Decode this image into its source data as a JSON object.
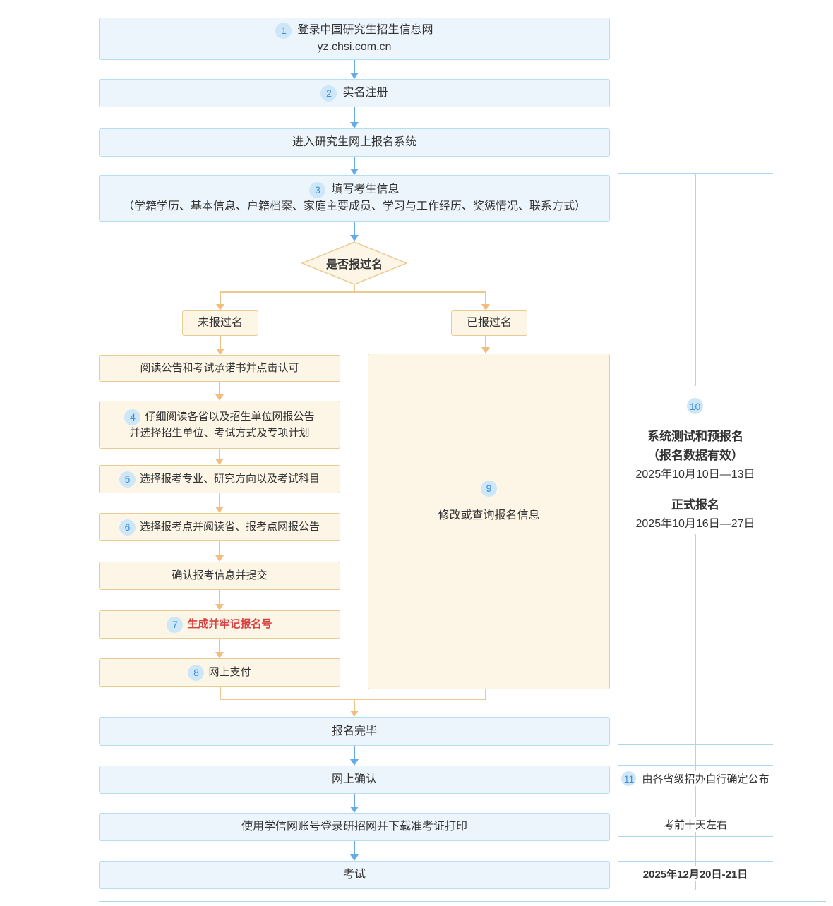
{
  "colors": {
    "blue_box_bg": "#ecf5fb",
    "blue_box_border": "#b6ddf1",
    "orange_box_bg": "#fdf6e7",
    "orange_box_border": "#e9cb92",
    "blue_arrow": "#66abe9",
    "orange_arrow": "#f3bd7b",
    "circle_bg": "#cde7f8",
    "circle_text": "#3e8fd6",
    "red_text": "#d94040",
    "guide_line": "#aed5ec",
    "text": "#333333"
  },
  "flow": {
    "step1": {
      "num": "1",
      "title": "登录中国研究生招生信息网",
      "subtitle": "yz.chsi.com.cn"
    },
    "step2": {
      "num": "2",
      "label": "实名注册"
    },
    "enter_system": {
      "label": "进入研究生网上报名系统"
    },
    "step3": {
      "num": "3",
      "title": "填写考生信息",
      "detail": "（学籍学历、基本信息、户籍档案、家庭主要成员、学习与工作经历、奖惩情况、联系方式）"
    },
    "decision": {
      "label": "是否报过名"
    },
    "branch_no": {
      "label": "未报过名"
    },
    "branch_yes": {
      "label": "已报过名"
    },
    "left_steps": [
      {
        "label": "阅读公告和考试承诺书并点击认可"
      },
      {
        "num": "4",
        "line1": "仔细阅读各省以及招生单位网报公告",
        "line2": "并选择招生单位、考试方式及专项计划"
      },
      {
        "num": "5",
        "label": "选择报考专业、研究方向以及考试科目"
      },
      {
        "num": "6",
        "label": "选择报考点并阅读省、报考点网报公告"
      },
      {
        "label": "确认报考信息并提交"
      },
      {
        "num": "7",
        "label": "生成并牢记报名号"
      },
      {
        "num": "8",
        "label": "网上支付"
      }
    ],
    "modify_box": {
      "num": "9",
      "label": "修改或查询报名信息"
    },
    "done": {
      "label": "报名完毕"
    },
    "confirm": {
      "label": "网上确认"
    },
    "print": {
      "label": "使用学信网账号登录研招网并下载准考证打印"
    },
    "exam": {
      "label": "考试"
    }
  },
  "sidebar": {
    "section10": {
      "num": "10",
      "title1": "系统测试和预报名",
      "title2": "（报名数据有效）",
      "date1": "2025年10月10日—13日",
      "title3": "正式报名",
      "date2": "2025年10月16日—27日"
    },
    "row11": {
      "num": "11",
      "label": "由各省级招办自行确定公布"
    },
    "row_confirm_time": {
      "label": "考前十天左右"
    },
    "row_exam_date": {
      "label": "2025年12月20日-21日"
    }
  }
}
